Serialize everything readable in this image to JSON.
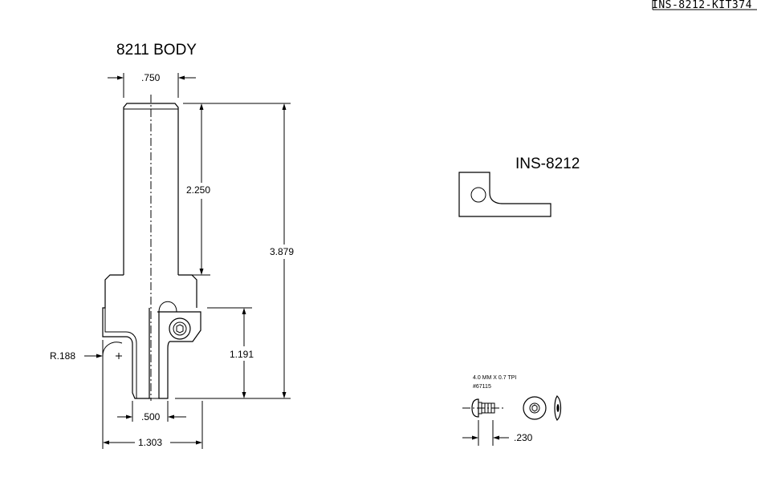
{
  "title_block": {
    "drawing_number": "INS-8212-KIT374"
  },
  "body_view": {
    "title": "8211 BODY",
    "dimensions": {
      "shank_width": ".750",
      "shank_length": "2.250",
      "overall_length": "3.879",
      "cutting_height": "1.191",
      "radius": "R.188",
      "tip_width": ".500",
      "overall_width": "1.303"
    }
  },
  "insert_view": {
    "title": "INS-8212"
  },
  "screw_view": {
    "spec_line": "4.0 MM X 0.7 TPI",
    "part_number": "#67115",
    "length_dim": ".230"
  }
}
